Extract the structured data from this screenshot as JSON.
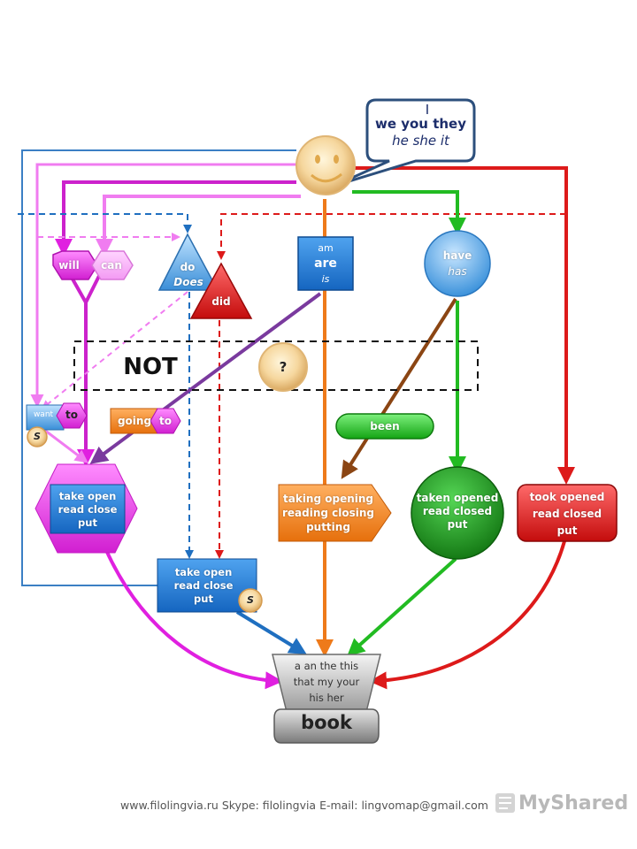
{
  "speech_bubble": {
    "line1": "I",
    "line2": "we you they",
    "line3": "he she it"
  },
  "modals": {
    "will": "will",
    "can": "can"
  },
  "do_does": {
    "do": "do",
    "does": "Does",
    "did": "did"
  },
  "to_be": {
    "am": "am",
    "are": "are",
    "is": "is"
  },
  "have_has": {
    "have": "have",
    "has": "has"
  },
  "negation": {
    "not": "NOT",
    "question": "?"
  },
  "want_to": {
    "want": "want",
    "to": "to",
    "s": "S"
  },
  "going_to": {
    "going": "going",
    "to": "to"
  },
  "been": "been",
  "base_verbs": {
    "line1": "take open",
    "line2": "read close",
    "line3": "put"
  },
  "base_verbs_s": {
    "line1": "take open",
    "line2": "read close",
    "line3": "put",
    "s": "S"
  },
  "ing_verbs": {
    "line1": "taking opening",
    "line2": "reading closing",
    "line3": "putting"
  },
  "participles": {
    "line1": "taken opened",
    "line2": "read  closed",
    "line3": "put"
  },
  "past_verbs": {
    "line1": "took opened",
    "line2": "read closed",
    "line3": "put"
  },
  "determiners": {
    "line1": "a an the this",
    "line2": "that my your",
    "line3": "his her"
  },
  "noun": "book",
  "footer": "www.filolingvia.ru  Skype: filolingvia  E-mail: lingvomap@gmail.com",
  "watermark": "MyShared",
  "colors": {
    "blue_line": "#3b7fc4",
    "pink_line": "#f07cf0",
    "magenta_line": "#cc22cc",
    "green_line": "#22bb22",
    "red_line": "#dd1a1a",
    "orange_line": "#ee7a1a",
    "purple_line": "#7a3a9e",
    "brown_line": "#8b4513"
  }
}
